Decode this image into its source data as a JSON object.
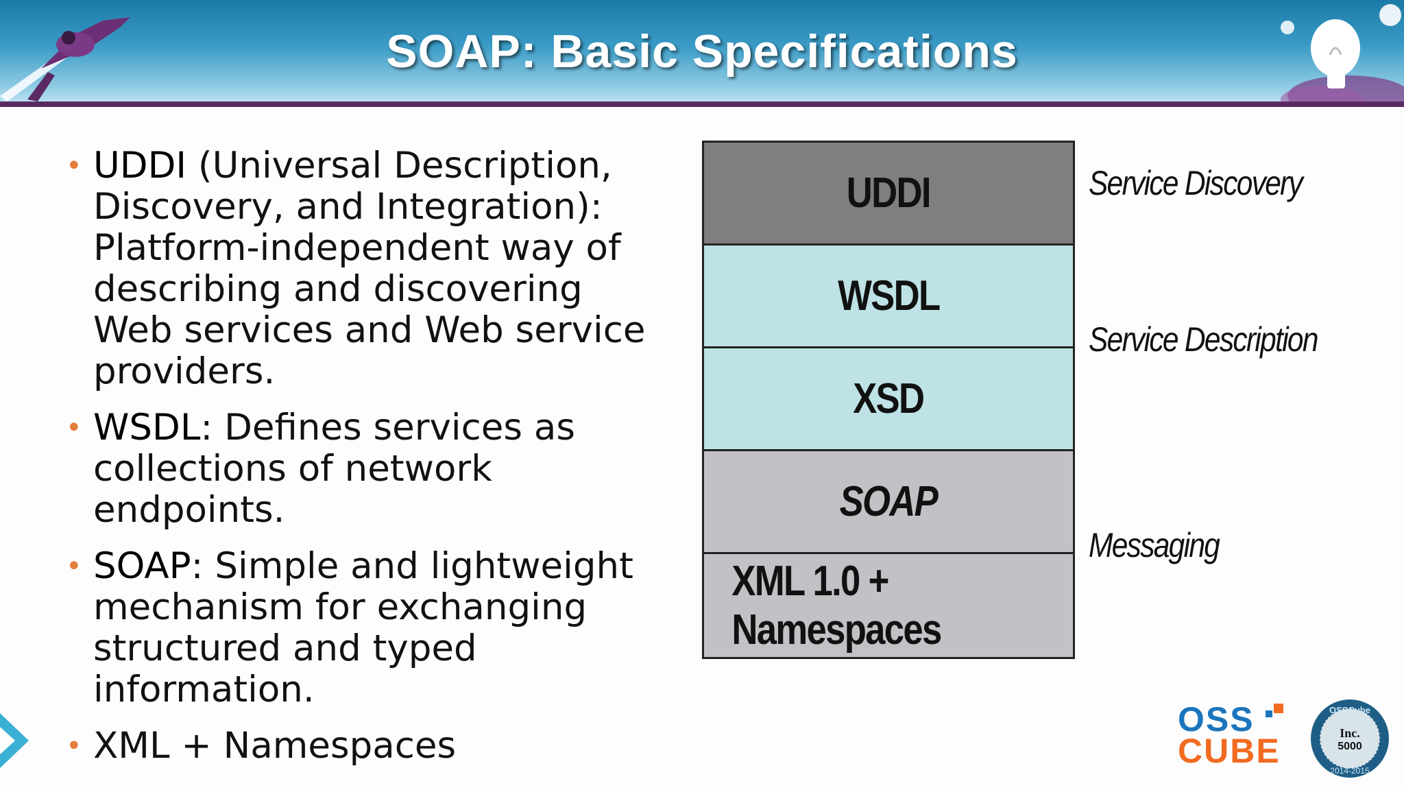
{
  "slide": {
    "title": "SOAP: Basic Specifications"
  },
  "colors": {
    "header_blue": "#3a9bc6",
    "header_rule": "#5a2a63",
    "bullet_dot": "#e57d3b",
    "layer_uddi": "#7f7e80",
    "layer_wsdl_xsd": "#bee2e6",
    "layer_soap_xml": "#c2c1c5",
    "logo_blue": "#1b75bc",
    "logo_orange": "#f26b21"
  },
  "bullets": [
    {
      "term": "UDDI",
      "text": " (Universal Description, Discovery, and Integration): Platform-independent way of describing and discovering Web services and Web service providers."
    },
    {
      "term": "WSDL",
      "text": ": Defines services as collections of network endpoints."
    },
    {
      "term": "SOAP",
      "text": ":  Simple and lightweight mechanism for exchanging structured and typed information."
    },
    {
      "term": "",
      "text": "XML + Namespaces"
    }
  ],
  "stack": {
    "layers": [
      {
        "label": "UDDI"
      },
      {
        "label": "WSDL"
      },
      {
        "label": "XSD"
      },
      {
        "label": "SOAP"
      },
      {
        "label": "XML 1.0 + Namespaces"
      }
    ],
    "side_labels": {
      "discovery": "Service Discovery",
      "description": "Service Description",
      "messaging": "Messaging"
    }
  },
  "logo": {
    "line1": "OSS",
    "line2": "CUBE",
    "badge_top": "OSSCube",
    "badge_center": "Inc. 5000",
    "badge_bottom": "2014-2015"
  },
  "icons": [
    "rocket-illustration-icon",
    "lightbulb-illustration-icon",
    "chevron-right-icon"
  ]
}
